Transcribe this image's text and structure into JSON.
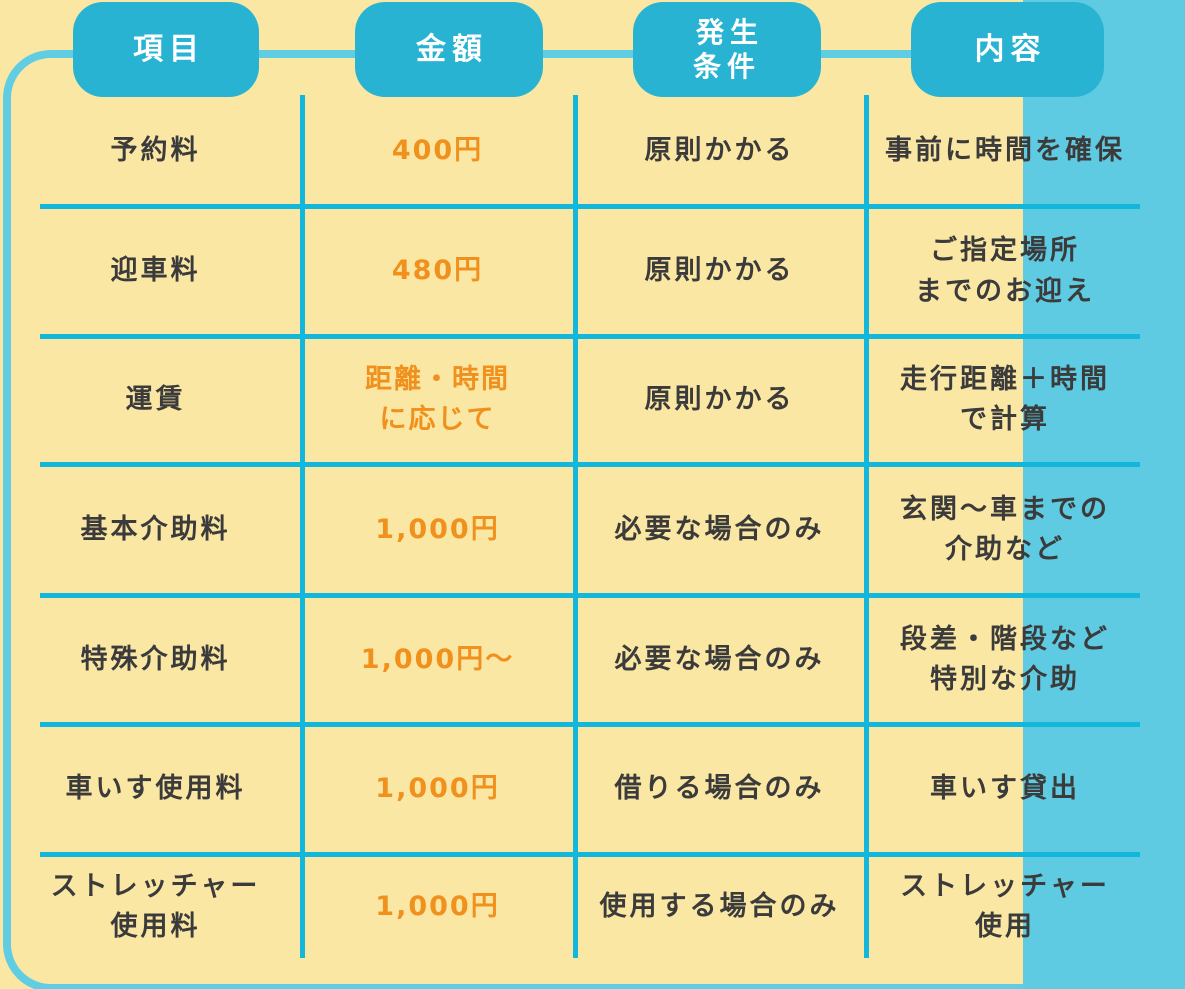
{
  "palette": {
    "background_cream": "#FBE7A4",
    "right_strip_blue": "#5ECBE2",
    "frame_border_blue": "#61CDE3",
    "grid_line_cyan": "#12B7DB",
    "header_pill_teal": "#29B3D3",
    "header_text_white": "#FFFFFF",
    "amount_orange": "#F0901D",
    "body_text_dark": "#3B3B3B"
  },
  "table": {
    "headers": [
      {
        "label": "項目"
      },
      {
        "label": "金額"
      },
      {
        "label": "発生\n条件"
      },
      {
        "label": "内容"
      }
    ],
    "rows": [
      {
        "item": "予約料",
        "amount": "400円",
        "condition": "原則かかる",
        "description": "事前に時間を確保"
      },
      {
        "item": "迎車料",
        "amount": "480円",
        "condition": "原則かかる",
        "description": "ご指定場所\nまでのお迎え"
      },
      {
        "item": "運賃",
        "amount": "距離・時間\nに応じて",
        "condition": "原則かかる",
        "description": "走行距離＋時間\nで計算"
      },
      {
        "item": "基本介助料",
        "amount": "1,000円",
        "condition": "必要な場合のみ",
        "description": "玄関〜車までの\n介助など"
      },
      {
        "item": "特殊介助料",
        "amount": "1,000円〜",
        "condition": "必要な場合のみ",
        "description": "段差・階段など\n特別な介助"
      },
      {
        "item": "車いす使用料",
        "amount": "1,000円",
        "condition": "借りる場合のみ",
        "description": "車いす貸出"
      },
      {
        "item": "ストレッチャー\n使用料",
        "amount": "1,000円",
        "condition": "使用する場合のみ",
        "description": "ストレッチャー\n使用"
      }
    ]
  },
  "chart_data": {
    "type": "table",
    "title": "",
    "columns": [
      "項目",
      "金額",
      "発生条件",
      "内容"
    ],
    "rows": [
      [
        "予約料",
        "400円",
        "原則かかる",
        "事前に時間を確保"
      ],
      [
        "迎車料",
        "480円",
        "原則かかる",
        "ご指定場所までのお迎え"
      ],
      [
        "運賃",
        "距離・時間に応じて",
        "原則かかる",
        "走行距離＋時間で計算"
      ],
      [
        "基本介助料",
        "1,000円",
        "必要な場合のみ",
        "玄関〜車までの介助など"
      ],
      [
        "特殊介助料",
        "1,000円〜",
        "必要な場合のみ",
        "段差・階段など特別な介助"
      ],
      [
        "車いす使用料",
        "1,000円",
        "借りる場合のみ",
        "車いす貸出"
      ],
      [
        "ストレッチャー使用料",
        "1,000円",
        "使用する場合のみ",
        "ストレッチャー使用"
      ]
    ]
  }
}
